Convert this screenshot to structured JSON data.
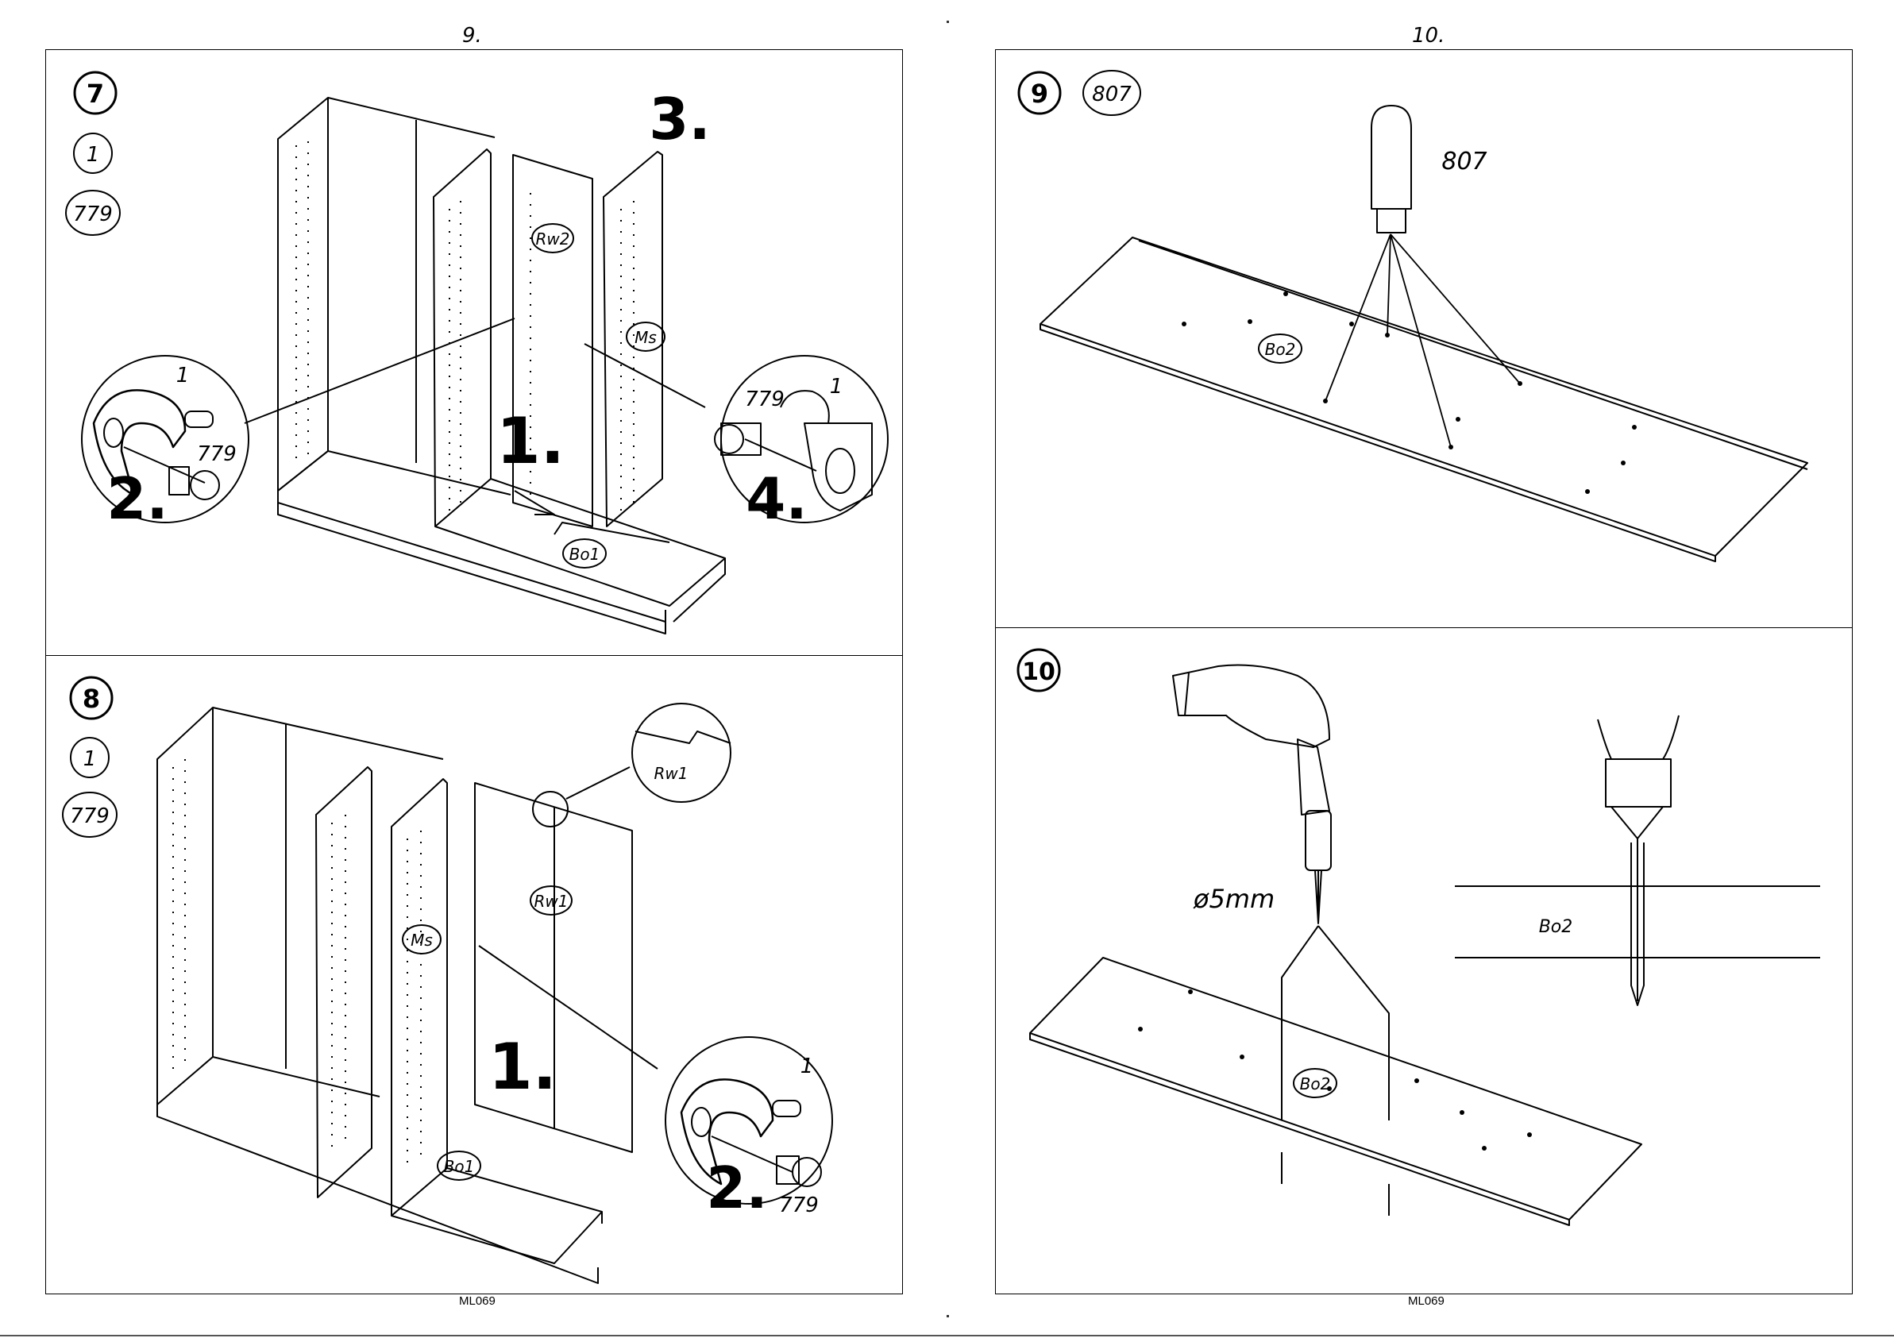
{
  "pages": {
    "left_number": "9.",
    "right_number": "10.",
    "left_footer": "ML069",
    "right_footer": "ML069"
  },
  "step7": {
    "step": "7",
    "qty_a": "1",
    "qty_b": "779",
    "label_rw2": "Rw2",
    "label_ms": "Ms",
    "label_bo1": "Bo1",
    "order_1": "1.",
    "order_2": "2.",
    "order_3": "3.",
    "order_4": "4.",
    "detail_left_part": "1",
    "detail_left_screw": "779",
    "detail_right_screw": "779",
    "detail_right_part": "1"
  },
  "step8": {
    "step": "8",
    "qty_a": "1",
    "qty_b": "779",
    "label_rw1_detail": "Rw1",
    "label_rw1": "Rw1",
    "label_ms": "Ms",
    "label_bo1": "Bo1",
    "order_1": "1.",
    "order_2": "2.",
    "detail_part": "1",
    "detail_screw": "779"
  },
  "step9": {
    "step": "9",
    "tool_badge": "807",
    "tool_label": "807",
    "label_bo2": "Bo2"
  },
  "step10": {
    "step": "10",
    "drill_size": "ø5mm",
    "label_bo2": "Bo2",
    "section_label": "Bo2"
  }
}
